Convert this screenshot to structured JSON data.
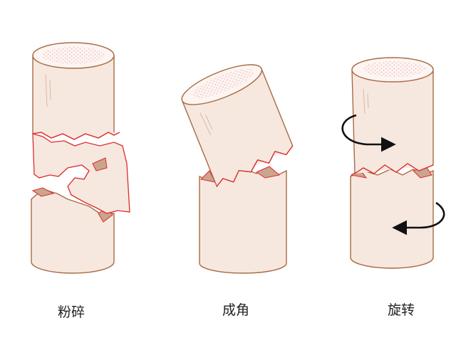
{
  "title": "骨折移位类型",
  "labels": {
    "comminuted": "粉碎",
    "angulated": "成角",
    "rotated": "旋转"
  },
  "colors": {
    "bone_fill": "#f6e8df",
    "bone_outline": "#a86a45",
    "fracture_line": "#e0292b",
    "arrow": "#111111"
  }
}
